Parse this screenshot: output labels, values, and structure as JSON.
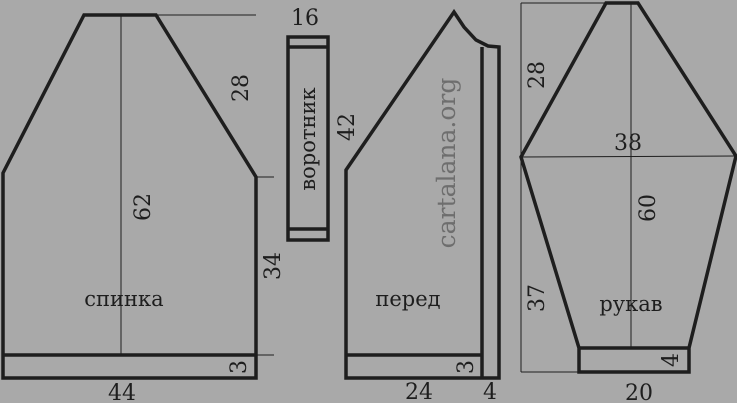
{
  "colors": {
    "background": "#a9a9a9",
    "ink": "#1e1e1e",
    "watermark": "#6e6e6e"
  },
  "back": {
    "name": "спинка",
    "height_total": "62",
    "raglan": "28",
    "side": "34",
    "hem": "3",
    "width": "44"
  },
  "collar": {
    "size": "16",
    "name": "воротник"
  },
  "front": {
    "raglan": "42",
    "name": "перед",
    "hem": "3",
    "width": "24",
    "placket": "4"
  },
  "sleeve": {
    "top": "28",
    "width": "38",
    "length": "60",
    "lower": "37",
    "name": "рукав",
    "cuff": "4",
    "cuff_width": "20"
  },
  "watermark": "cartalana.org"
}
